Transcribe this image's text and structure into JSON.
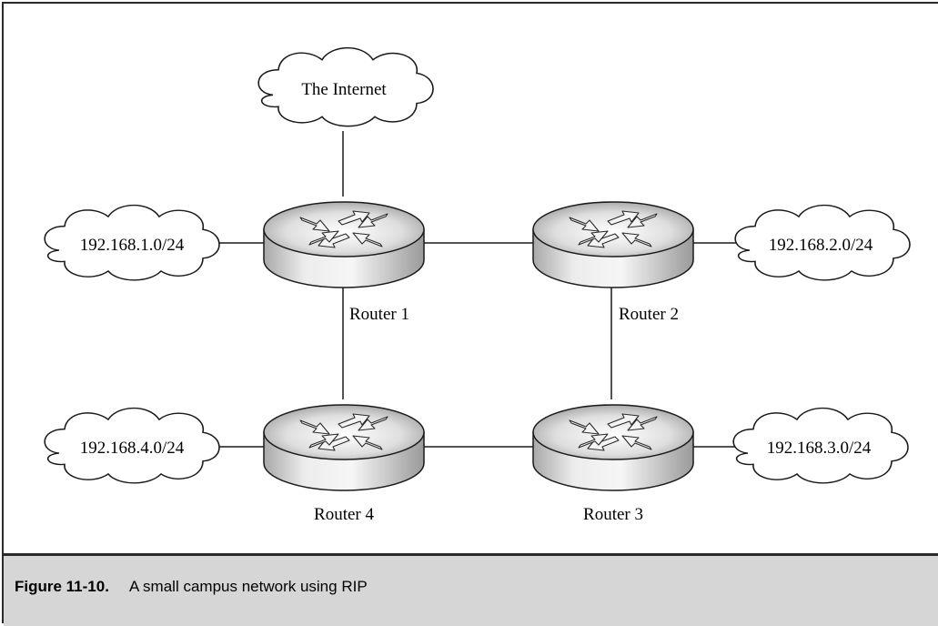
{
  "diagram": {
    "internet_label": "The Internet",
    "routers": [
      {
        "label": "Router 1"
      },
      {
        "label": "Router 2"
      },
      {
        "label": "Router 3"
      },
      {
        "label": "Router 4"
      }
    ],
    "networks": [
      {
        "label": "192.168.1.0/24"
      },
      {
        "label": "192.168.2.0/24"
      },
      {
        "label": "192.168.3.0/24"
      },
      {
        "label": "192.168.4.0/24"
      }
    ]
  },
  "caption": {
    "figure_number": "Figure 11-10.",
    "title": "A small campus network using RIP"
  }
}
